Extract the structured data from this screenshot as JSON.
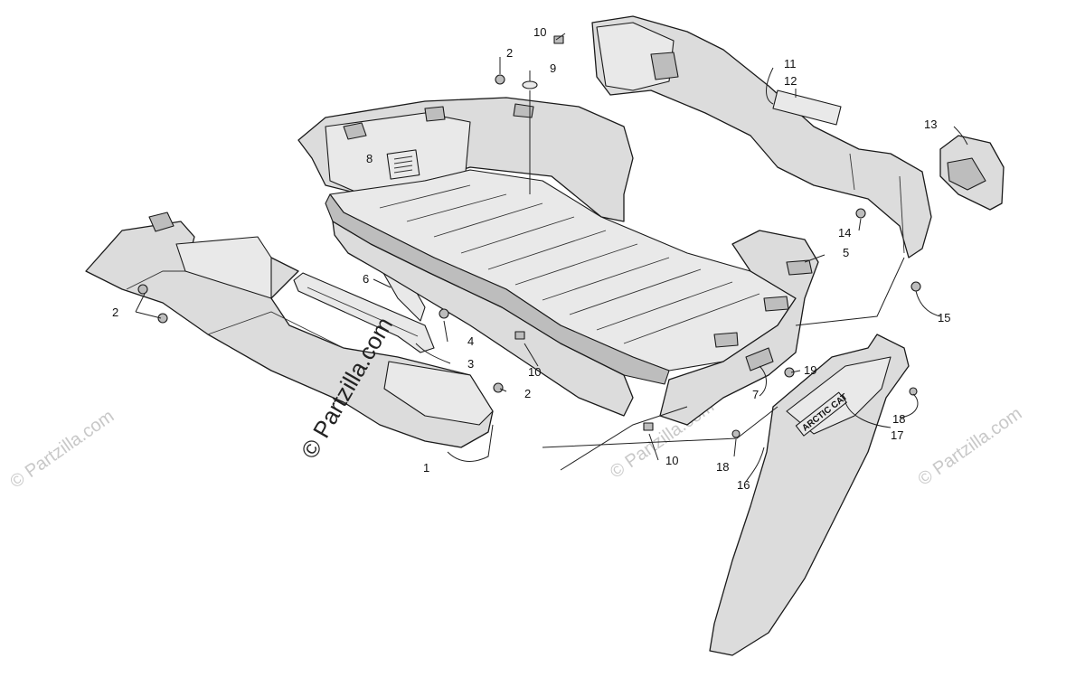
{
  "watermark": {
    "main": "© Partzilla.com",
    "repeat": "© Partzilla.com"
  },
  "decal_brand": "ARCTIC CAT",
  "callouts": [
    "1",
    "2",
    "2",
    "2",
    "2",
    "3",
    "4",
    "5",
    "6",
    "7",
    "8",
    "9",
    "10",
    "10",
    "10",
    "11",
    "12",
    "13",
    "14",
    "15",
    "16",
    "17",
    "18",
    "18",
    "19"
  ]
}
